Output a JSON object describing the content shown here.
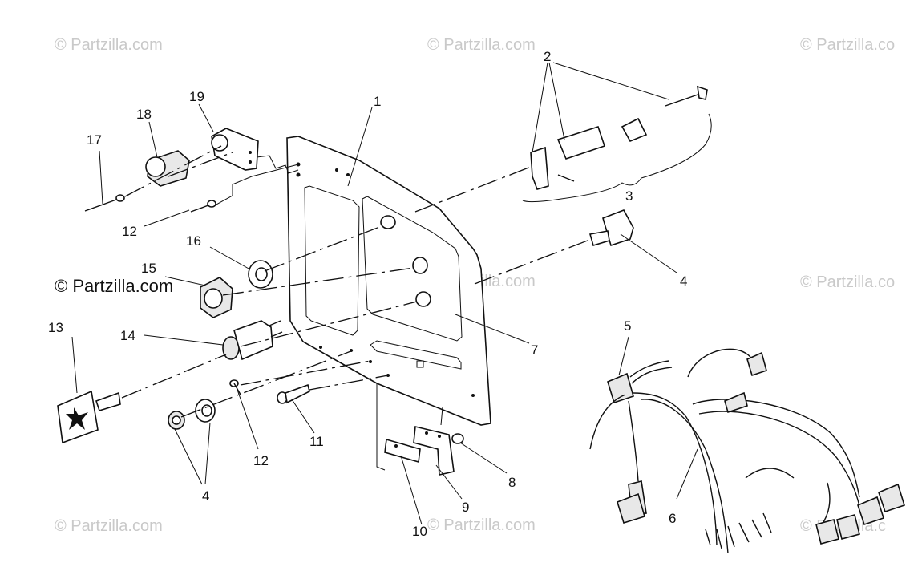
{
  "watermark": {
    "text": "© Partzilla.com",
    "text_cut": "© Partzilla.co",
    "text_cut_short": "© Partzilla.c"
  },
  "callouts": {
    "c1": "1",
    "c2": "2",
    "c3": "3",
    "c4a": "4",
    "c4b": "4",
    "c5": "5",
    "c6": "6",
    "c7": "7",
    "c8": "8",
    "c9": "9",
    "c10": "10",
    "c11": "11",
    "c12a": "12",
    "c12b": "12",
    "c13": "13",
    "c14": "14",
    "c15": "15",
    "c16": "16",
    "c17": "17",
    "c18": "18",
    "c19": "19"
  }
}
